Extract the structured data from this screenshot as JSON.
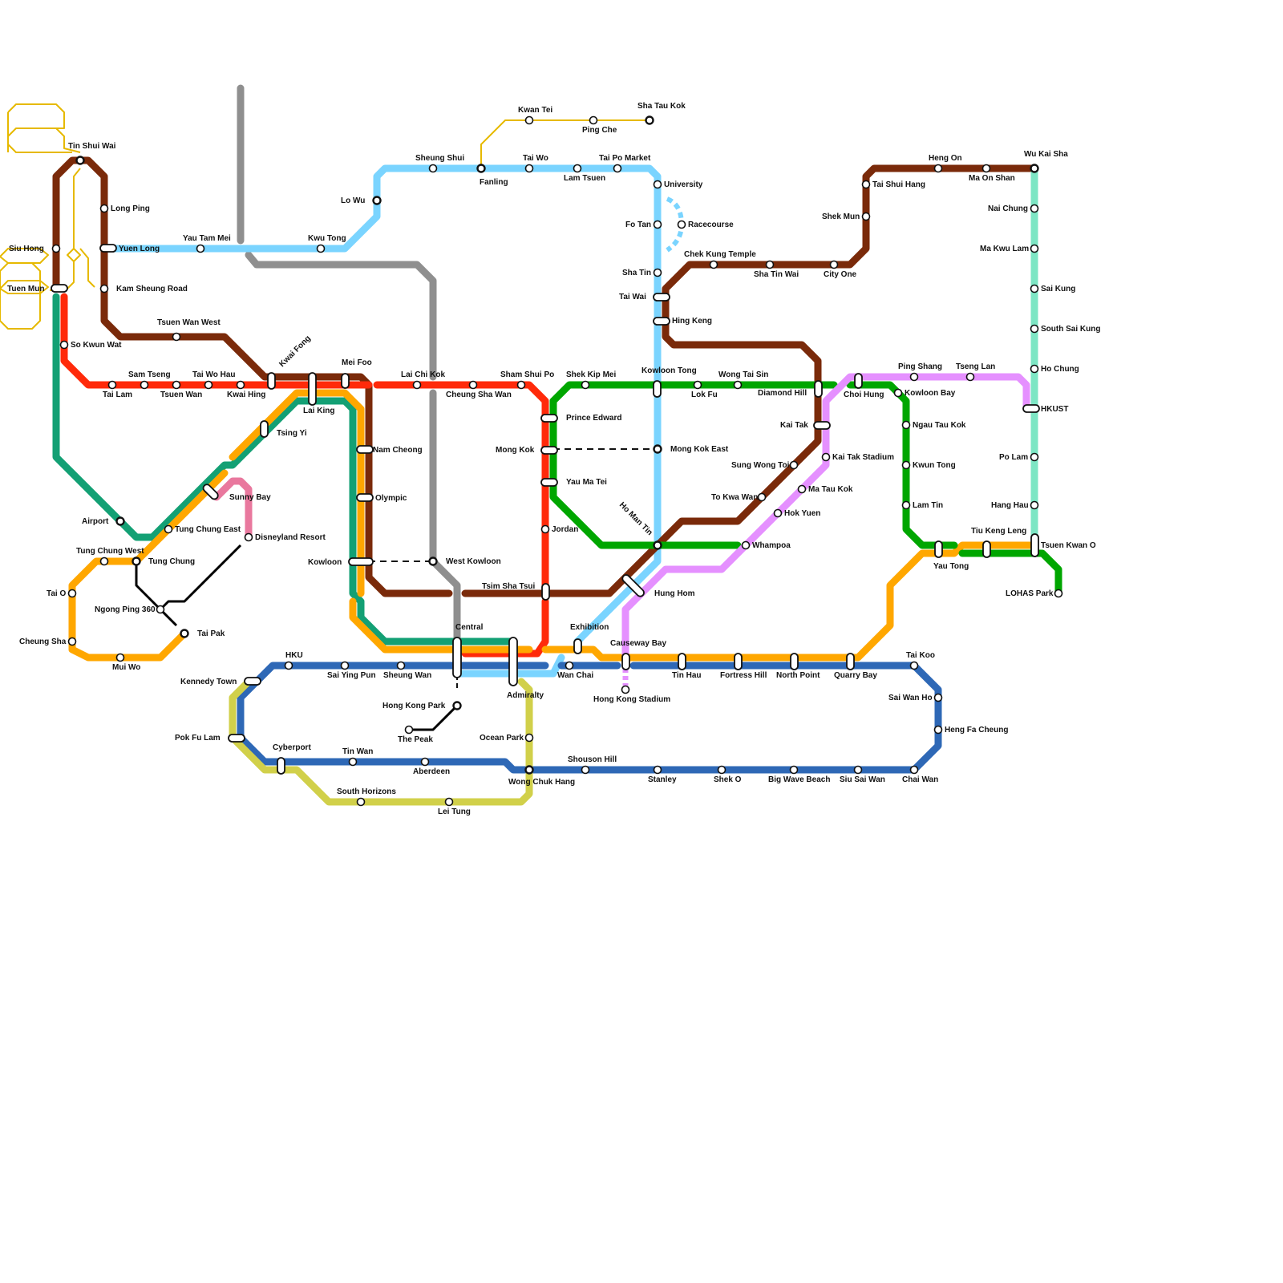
{
  "colors": {
    "brown": "#7a2a0a",
    "red": "#ff2a0a",
    "green": "#00a600",
    "teal": "#13a074",
    "orange": "#ffa700",
    "blue": "#2e68b6",
    "lightblue": "#7ad4ff",
    "grey": "#8f8f8f",
    "pink": "#e9789e",
    "lilac": "#e590ff",
    "mint": "#7de6c4",
    "lime": "#d1d04a",
    "gold": "#e6b900",
    "black": "#000000"
  },
  "labels": {
    "tin_shui_wai": "Tin Shui Wai",
    "long_ping": "Long Ping",
    "yuen_long": "Yuen Long",
    "kam_sheung_road": "Kam Sheung Road",
    "siu_hong": "Siu Hong",
    "tuen_mun": "Tuen Mun",
    "so_kwun_wat": "So Kwun Wat",
    "tsuen_wan_west": "Tsuen Wan West",
    "yau_tam_mei": "Yau Tam Mei",
    "kwu_tong": "Kwu Tong",
    "lo_wu": "Lo Wu",
    "sheung_shui": "Sheung Shui",
    "fanling": "Fanling",
    "kwan_tei": "Kwan Tei",
    "ping_che": "Ping Che",
    "sha_tau_kok": "Sha Tau Kok",
    "tai_wo": "Tai Wo",
    "lam_tsuen": "Lam Tsuen",
    "tai_po_market": "Tai Po Market",
    "university": "University",
    "fo_tan": "Fo Tan",
    "racecourse": "Racecourse",
    "sha_tin": "Sha Tin",
    "chek_kung_temple": "Chek Kung Temple",
    "sha_tin_wai": "Sha Tin Wai",
    "city_one": "City One",
    "tai_wai": "Tai Wai",
    "hing_keng": "Hing Keng",
    "tai_shui_hang": "Tai Shui Hang",
    "shek_mun": "Shek Mun",
    "heng_on": "Heng On",
    "ma_on_shan": "Ma On Shan",
    "wu_kai_sha": "Wu Kai Sha",
    "nai_chung": "Nai Chung",
    "ma_kwu_lam": "Ma Kwu Lam",
    "sai_kung": "Sai Kung",
    "south_sai_kung": "South Sai Kung",
    "ho_chung": "Ho Chung",
    "hkust": "HKUST",
    "po_lam": "Po Lam",
    "hang_hau": "Hang Hau",
    "tsuen_kwan_o": "Tsuen Kwan O",
    "lohas_park": "LOHAS Park",
    "sam_tseng": "Sam Tseng",
    "tai_lam": "Tai Lam",
    "tsuen_wan": "Tsuen Wan",
    "tai_wo_hau": "Tai Wo Hau",
    "kwai_hing": "Kwai Hing",
    "kwai_fong": "Kwai Fong",
    "mei_foo": "Mei Foo",
    "lai_king": "Lai King",
    "tsing_yi": "Tsing Yi",
    "lai_chi_kok": "Lai Chi Kok",
    "cheung_sha_wan": "Cheung Sha Wan",
    "sham_shui_po": "Sham Shui Po",
    "shek_kip_mei": "Shek Kip Mei",
    "kowloon_tong": "Kowloon Tong",
    "lok_fu": "Lok Fu",
    "wong_tai_sin": "Wong Tai Sin",
    "diamond_hill": "Diamond Hill",
    "choi_hung": "Choi Hung",
    "ping_shang": "Ping Shang",
    "tseng_lan": "Tseng Lan",
    "kowloon_bay": "Kowloon Bay",
    "ngau_tau_kok": "Ngau Tau Kok",
    "kwun_tong": "Kwun Tong",
    "lam_tin": "Lam Tin",
    "yau_tong": "Yau Tong",
    "tiu_keng_leng": "Tiu Keng Leng",
    "kai_tak": "Kai Tak",
    "kai_tak_stadium": "Kai Tak Stadium",
    "sung_wong_toi": "Sung Wong Toi",
    "ma_tau_kok": "Ma Tau Kok",
    "to_kwa_wan": "To Kwa Wan",
    "hok_yuen": "Hok Yuen",
    "whampoa": "Whampoa",
    "ho_man_tin": "Ho Man Tin",
    "hung_hom": "Hung Hom",
    "prince_edward": "Prince Edward",
    "mong_kok": "Mong Kok",
    "mong_kok_east": "Mong Kok East",
    "yau_ma_tei": "Yau Ma Tei",
    "jordan": "Jordan",
    "tsim_sha_tsui": "Tsim Sha Tsui",
    "nam_cheong": "Nam Cheong",
    "olympic": "Olympic",
    "kowloon": "Kowloon",
    "west_kowloon": "West Kowloon",
    "sunny_bay": "Sunny Bay",
    "disneyland_resort": "Disneyland Resort",
    "airport": "Airport",
    "tung_chung_east": "Tung Chung East",
    "tung_chung_west": "Tung Chung West",
    "tung_chung": "Tung Chung",
    "tai_o": "Tai O",
    "ngong_ping_360": "Ngong Ping 360",
    "tai_pak": "Tai Pak",
    "cheung_sha": "Cheung Sha",
    "mui_wo": "Mui Wo",
    "central": "Central",
    "hku": "HKU",
    "kennedy_town": "Kennedy Town",
    "sai_ying_pun": "Sai Ying Pun",
    "sheung_wan": "Sheung Wan",
    "admiralty": "Admiralty",
    "exhibition": "Exhibition",
    "wan_chai": "Wan Chai",
    "causeway_bay": "Causeway Bay",
    "hong_kong_stadium": "Hong Kong Stadium",
    "tin_hau": "Tin Hau",
    "fortress_hill": "Fortress Hill",
    "north_point": "North Point",
    "quarry_bay": "Quarry Bay",
    "tai_koo": "Tai Koo",
    "sai_wan_ho": "Sai Wan Ho",
    "heng_fa_cheung": "Heng Fa Cheung",
    "chai_wan": "Chai Wan",
    "hong_kong_park": "Hong Kong Park",
    "the_peak": "The Peak",
    "pok_fu_lam": "Pok Fu Lam",
    "cyberport": "Cyberport",
    "tin_wan": "Tin Wan",
    "aberdeen": "Aberdeen",
    "ocean_park": "Ocean Park",
    "wong_chuk_hang": "Wong Chuk Hang",
    "shouson_hill": "Shouson Hill",
    "stanley": "Stanley",
    "shek_o": "Shek O",
    "big_wave_beach": "Big Wave Beach",
    "siu_sai_wan": "Siu Sai Wan",
    "south_horizons": "South Horizons",
    "lei_tung": "Lei Tung"
  }
}
